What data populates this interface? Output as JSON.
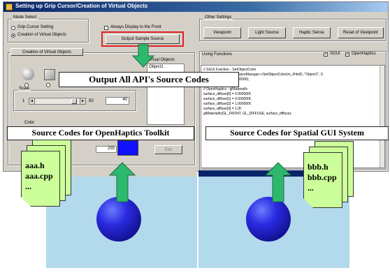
{
  "window": {
    "title": "Setting up Grip Cursor/Creation of Virtual Objects"
  },
  "mode_select": {
    "label": "Mode Select",
    "options": [
      "Grip Cursor Setting",
      "Creation of Virtual Objects"
    ],
    "selected": "Creation of Virtual Objects"
  },
  "always_display": {
    "label": "Always Display to the Front",
    "checked": false
  },
  "output_sample_button": "Output Sample Source",
  "creation_tab": "Creation of Virtual Objects",
  "virtual_objects": {
    "label": "Virtual Objects",
    "first_item": "Object1"
  },
  "scale": {
    "label": "Scale",
    "min": "1",
    "max": "50",
    "value": "40"
  },
  "color": {
    "label": "Color",
    "value": "255"
  },
  "edit_button": "Edit",
  "other_settings": {
    "label": "Other Settings",
    "buttons": [
      "Viewpoint",
      "Light Source",
      "Haptic Sense",
      "Reset of Viewpoint"
    ]
  },
  "using_functions": {
    "label": "Using Functions",
    "sgui": {
      "label": "SGUI",
      "checked": true
    },
    "openhaptics": {
      "label": "OpenHaptics",
      "checked": true
    }
  },
  "code_lines": [
    "// SGUI Function - SetObjectColor",
    "hResult = m_pVirtualSpaceManager->SetObjectColor(m_iFileID, \"Object1\", 0.",
    "0.0000, 0.000000, 1.000000);",
    "",
    "// OpenHaptics - glMaterialfv",
    "surface_diffuse[0] = 0.000000f;",
    "surface_diffuse[1] = 0.000000f;",
    "surface_diffuse[2] = 1.000000f;",
    "surface_diffuse[3] = 1.0f;",
    "glMaterialfv(GL_FRONT, GL_DIFFUSE, surface_diffuse);"
  ],
  "callouts": {
    "output_all": "Output All API's Source Codes",
    "openhaptics": "Source Codes for OpenHaptics Toolkit",
    "spatial_gui": "Source Codes for Spatial GUI System"
  },
  "files_left": [
    "aaa.h",
    "aaa.cpp",
    "..."
  ],
  "files_right": [
    "bbb.h",
    "bbb.cpp",
    "..."
  ],
  "colors": {
    "highlight_red": "#e02020",
    "arrow_green": "#2eb86e",
    "file_green": "#ccff99",
    "sphere_blue": "#1a1acc",
    "render_bg": "#b3d9ec"
  }
}
